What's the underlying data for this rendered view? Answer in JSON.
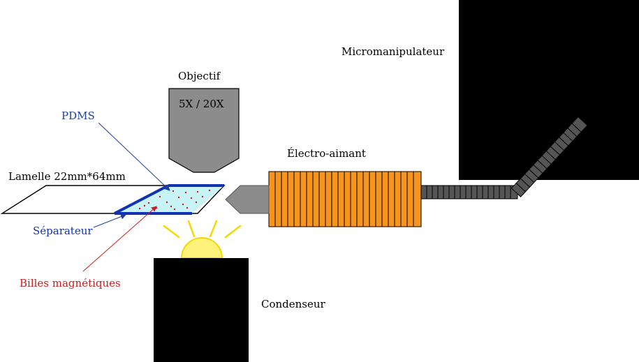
{
  "labels": {
    "micromanipulateur": "Micromanipulateur",
    "objectif": "Objectif",
    "objectif_mag": "5X / 20X",
    "pdms": "PDMS",
    "electro_aimant": "Électro-aimant",
    "lamelle": "Lamelle 22mm*64mm",
    "separateur": "Séparateur",
    "billes": "Billes magnétiques",
    "condenseur": "Condenseur"
  },
  "colors": {
    "black": "#000000",
    "objective_gray": "#8c8c8c",
    "pdms_blue": "#1f3fa0",
    "separator_blue": "#1232b4",
    "chamber_fill": "#c8f4f6",
    "beads_red": "#c81e1e",
    "coil_orange": "#f7941d",
    "light_yellow": "#f5d800",
    "arm_gray": "#555555"
  }
}
